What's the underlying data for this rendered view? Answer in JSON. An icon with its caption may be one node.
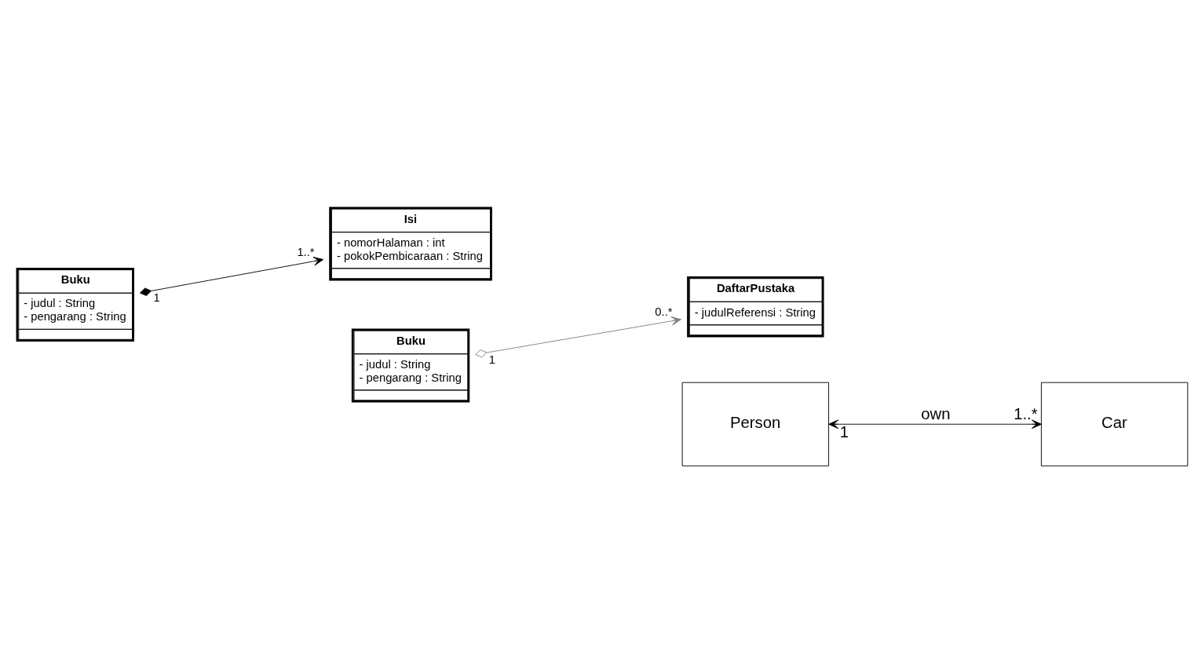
{
  "diagram": {
    "nodes": [
      {
        "text": [
          "Buku",
          "- judul : String",
          "- pengarang : String"
        ]
      },
      {
        "text": [
          "Isi",
          "- nomorHalaman : int",
          "- pokokPembicaraan : String"
        ]
      },
      {
        "text": [
          "Buku",
          "- judul : String",
          "- pengarang : String"
        ]
      },
      {
        "text": [
          "DaftarPustaka",
          "- judulReferensi : String"
        ]
      },
      {
        "text": [
          "Person"
        ]
      },
      {
        "text": [
          "Car"
        ]
      }
    ],
    "edges": [
      {
        "from": 0,
        "to": 1,
        "arrow": "to"
      },
      {
        "from": 2,
        "to": 3,
        "arrow": "to",
        "color": "#808080"
      },
      {
        "from": 4,
        "to": 5,
        "arrow": "both",
        "label": "own"
      }
    ],
    "labels": [
      "1",
      "1..*",
      "1",
      "0..*",
      "1",
      "1..*"
    ]
  }
}
